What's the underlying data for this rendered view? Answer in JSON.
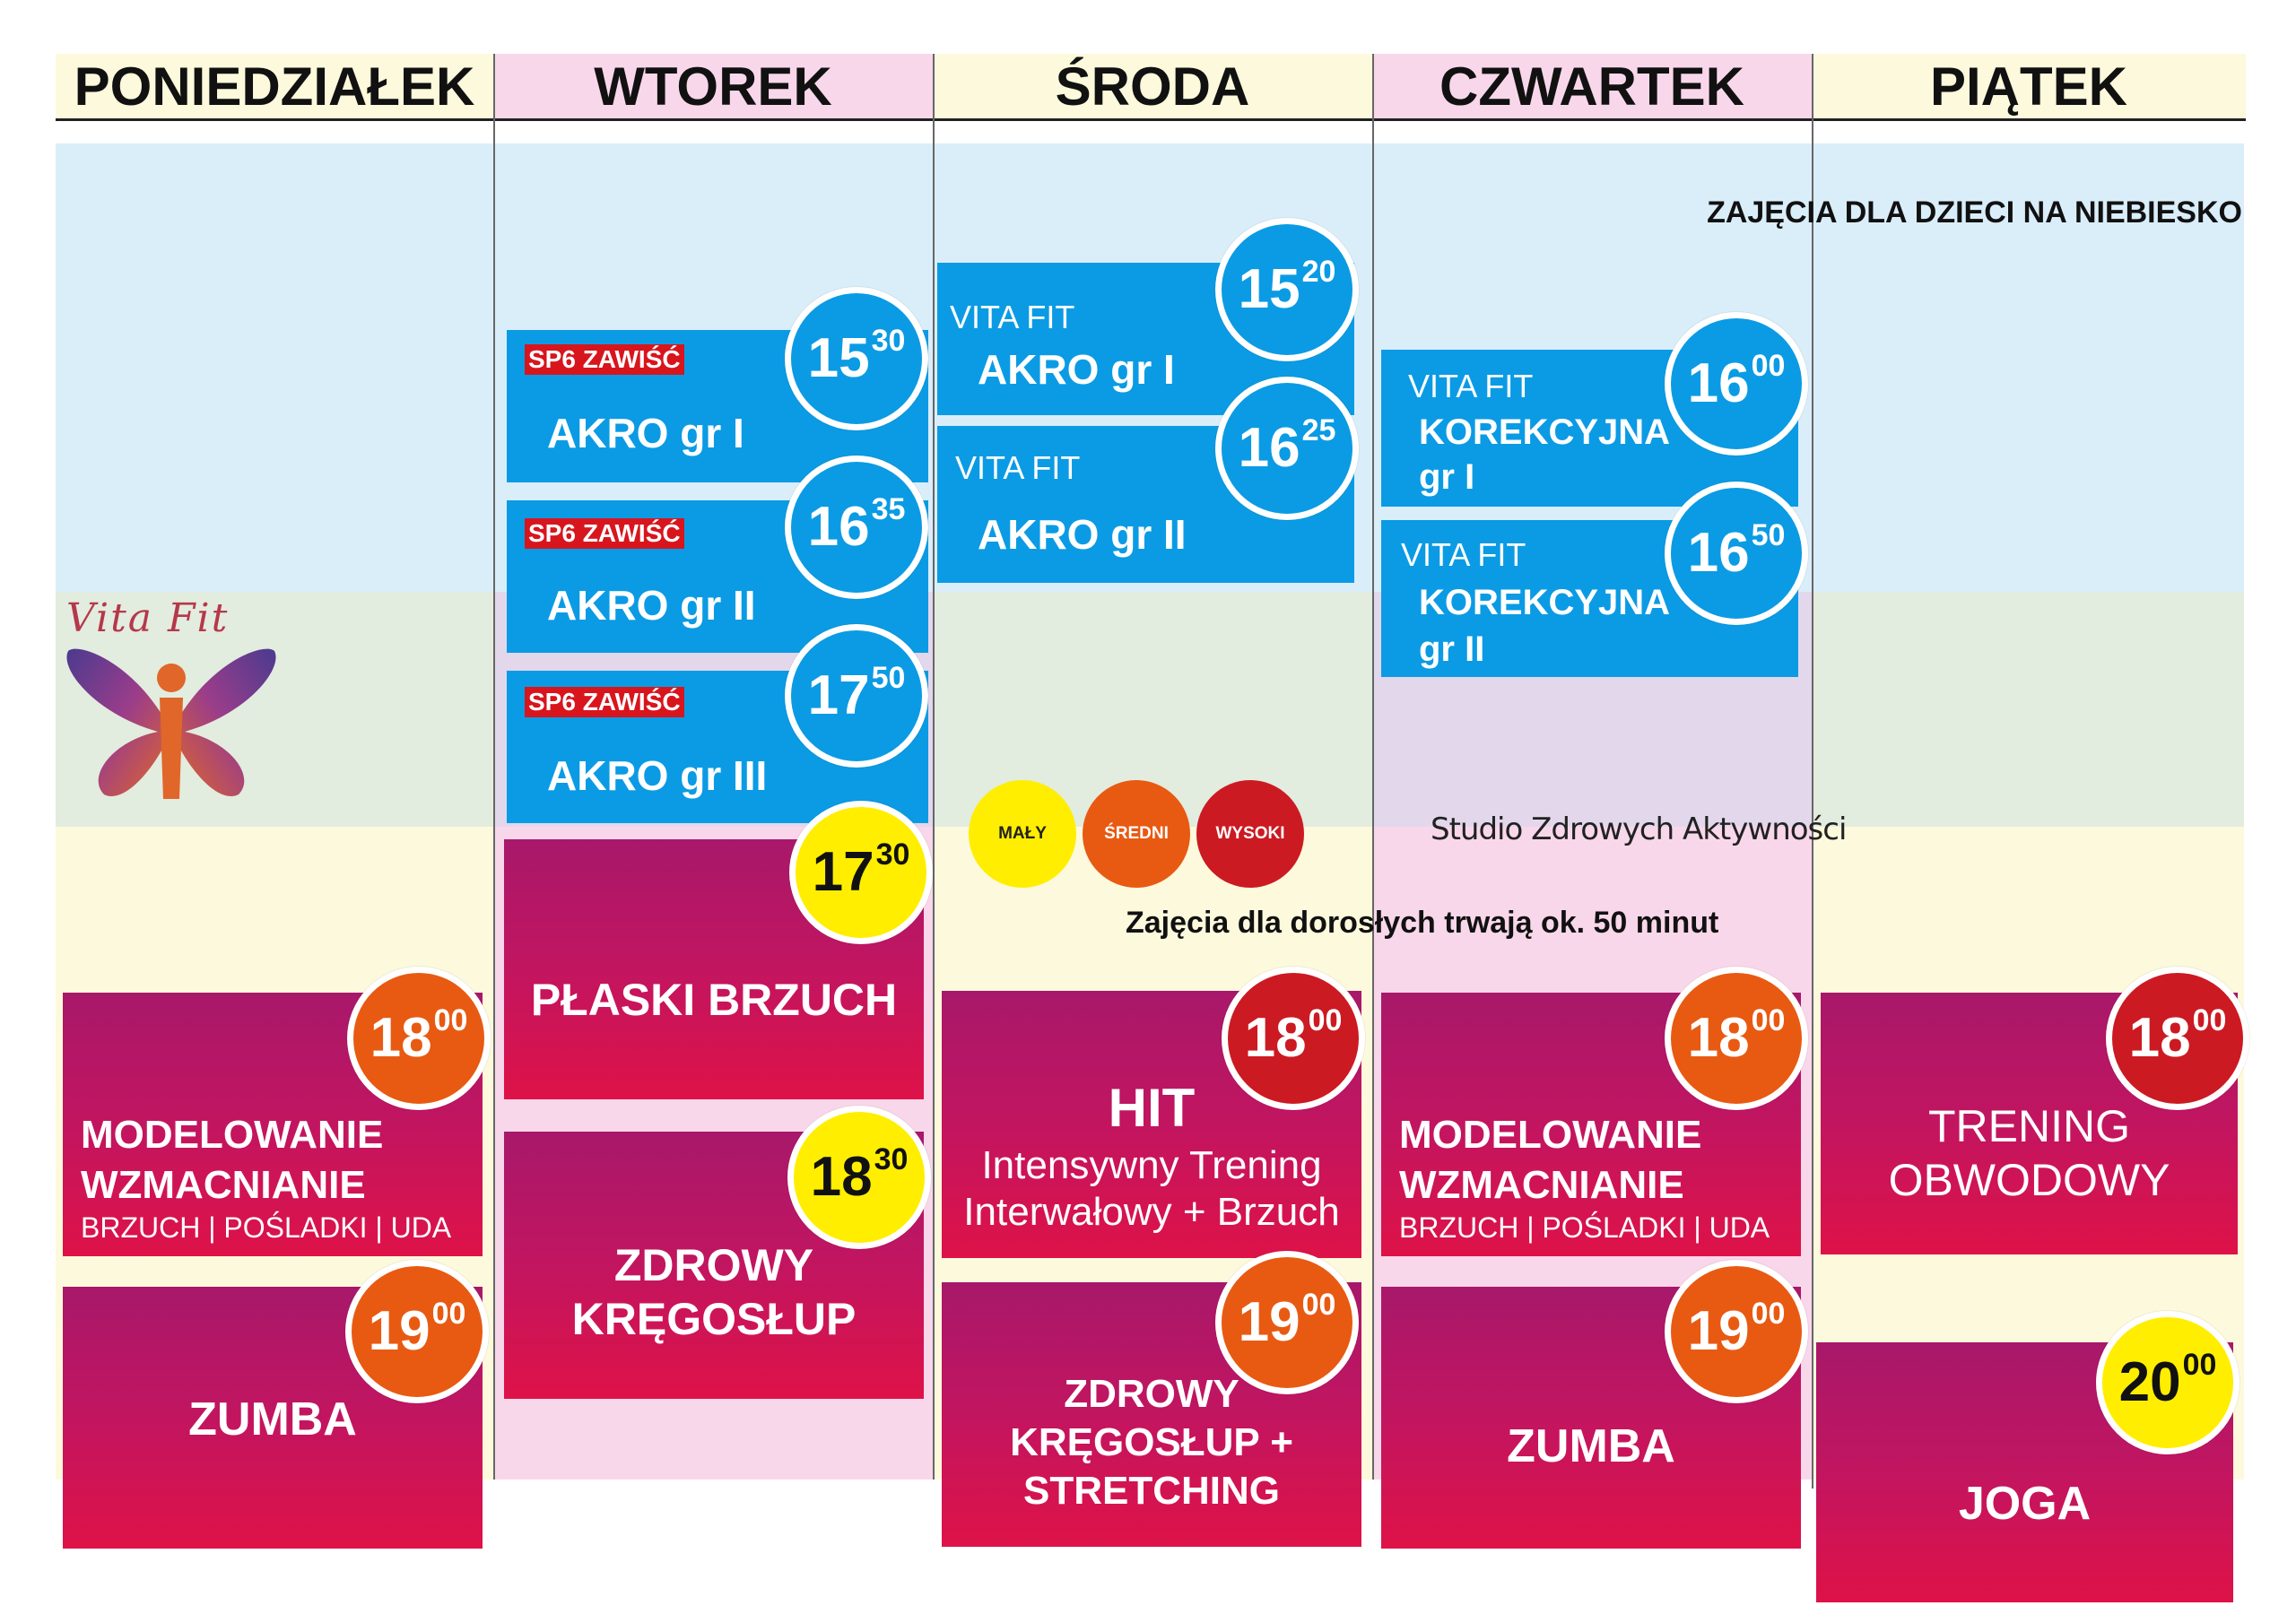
{
  "days": [
    "PONIEDZIAŁEK",
    "WTOREK",
    "ŚRODA",
    "CZWARTEK",
    "PIĄTEK"
  ],
  "notes": {
    "kids": "ZAJĘCIA DLA DZIECI NA NIEBIESKO",
    "adults": "Zajęcia dla dorosłych trwają ok. 50 minut",
    "studio": "Studio Zdrowych Aktywności"
  },
  "logo": {
    "text": "Vita Fit",
    "icon": "butterfly-person-logo-icon"
  },
  "levels": [
    "MAŁY",
    "ŚREDNI",
    "WYSOKI"
  ],
  "colors": {
    "kids_band": "#daeefa",
    "yellow_band": "#fdf9dc",
    "pink_band": "#f9d7ea",
    "blue_class": "#0b9be4",
    "level_low": "#ffee00",
    "level_mid": "#e85a12",
    "level_high": "#cc1a22",
    "adult_class": "#c21560"
  },
  "tue": {
    "c1": {
      "tag": "SP6 ZAWIŚĆ",
      "name": "AKRO gr I",
      "h": "15",
      "m": "30"
    },
    "c2": {
      "tag": "SP6 ZAWIŚĆ",
      "name": "AKRO gr II",
      "h": "16",
      "m": "35"
    },
    "c3": {
      "tag": "SP6 ZAWIŚĆ",
      "name": "AKRO gr III",
      "h": "17",
      "m": "50"
    },
    "a1": {
      "name": "PŁASKI BRZUCH",
      "h": "17",
      "m": "30"
    },
    "a2": {
      "name1": "ZDROWY",
      "name2": "KRĘGOSŁUP",
      "h": "18",
      "m": "30"
    }
  },
  "wed": {
    "c1": {
      "vita": "VITA FIT",
      "name": "AKRO gr I",
      "h": "15",
      "m": "20"
    },
    "c2": {
      "vita": "VITA FIT",
      "name": "AKRO gr II",
      "h": "16",
      "m": "25"
    },
    "a1": {
      "title": "HIT",
      "sub1": "Intensywny Trening",
      "sub2": "Interwałowy + Brzuch",
      "h": "18",
      "m": "00"
    },
    "a2": {
      "name1": "ZDROWY",
      "name2": "KRĘGOSŁUP +",
      "name3": "STRETCHING",
      "h": "19",
      "m": "00"
    }
  },
  "thu": {
    "c1": {
      "vita": "VITA FIT",
      "name1": "KOREKCYJNA",
      "name2": "gr I",
      "h": "16",
      "m": "00"
    },
    "c2": {
      "vita": "VITA FIT",
      "name1": "KOREKCYJNA",
      "name2": "gr II",
      "h": "16",
      "m": "50"
    },
    "a1": {
      "name1": "MODELOWANIE",
      "name2": "WZMACNIANIE",
      "sub": "BRZUCH | POŚLADKI | UDA",
      "h": "18",
      "m": "00"
    },
    "a2": {
      "name": "ZUMBA",
      "h": "19",
      "m": "00"
    }
  },
  "mon": {
    "a1": {
      "name1": "MODELOWANIE",
      "name2": "WZMACNIANIE",
      "sub": "BRZUCH | POŚLADKI | UDA",
      "h": "18",
      "m": "00"
    },
    "a2": {
      "name": "ZUMBA",
      "h": "19",
      "m": "00"
    }
  },
  "fri": {
    "a1": {
      "name1": "TRENING",
      "name2": "OBWODOWY",
      "h": "18",
      "m": "00"
    },
    "a2": {
      "name": "JOGA",
      "h": "20",
      "m": "00"
    }
  }
}
